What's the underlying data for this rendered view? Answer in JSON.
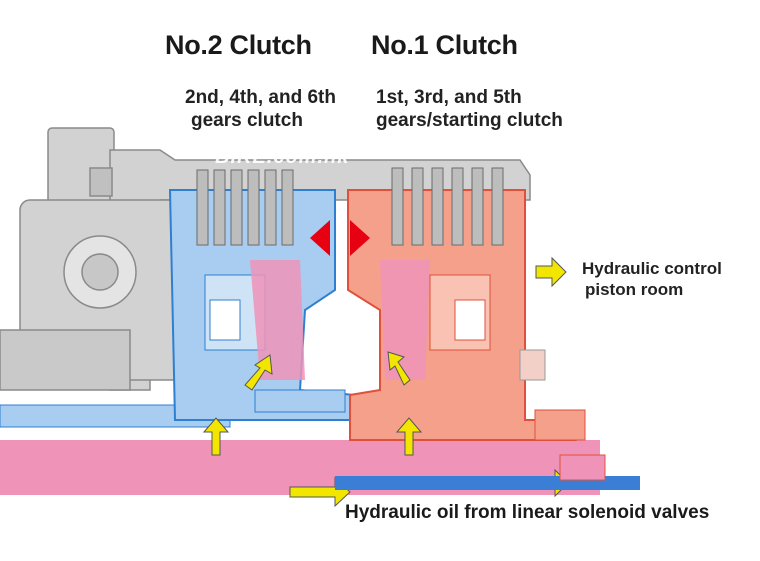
{
  "titles": {
    "left": "No.2 Clutch",
    "right": "No.1 Clutch"
  },
  "subtitles": {
    "left_line1": "2nd, 4th, and 6th",
    "left_line2": "gears clutch",
    "right_line1": "1st, 3rd, and 5th",
    "right_line2": "gears/starting clutch"
  },
  "watermark": "BIKE.com.hk",
  "legend": {
    "line1": "Hydraulic control",
    "line2": "piston room"
  },
  "bottom_label": "Hydraulic oil from linear solenoid valves",
  "colors": {
    "blue_fill": "#a8cdf0",
    "blue_stroke": "#2f7fd0",
    "orange_fill": "#f5a08a",
    "orange_stroke": "#e0503a",
    "pink": "#ef93b8",
    "gray": "#cfcfcf",
    "arrow_yellow": "#f2e600",
    "arrow_red": "#e60012",
    "oil_blue": "#3a7fd5"
  }
}
